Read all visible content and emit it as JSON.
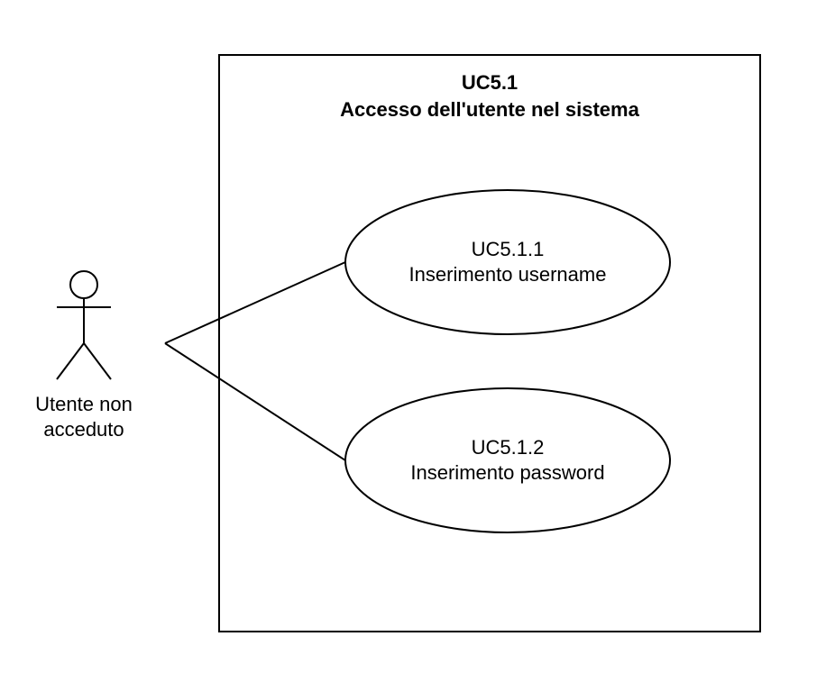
{
  "system": {
    "id": "UC5.1",
    "title": "Accesso dell'utente nel sistema"
  },
  "actor": {
    "line1": "Utente non",
    "line2": "acceduto"
  },
  "use_cases": [
    {
      "id": "UC5.1.1",
      "label": "Inserimento username"
    },
    {
      "id": "UC5.1.2",
      "label": "Inserimento password"
    }
  ],
  "colors": {
    "stroke": "#000000",
    "background": "#ffffff"
  }
}
